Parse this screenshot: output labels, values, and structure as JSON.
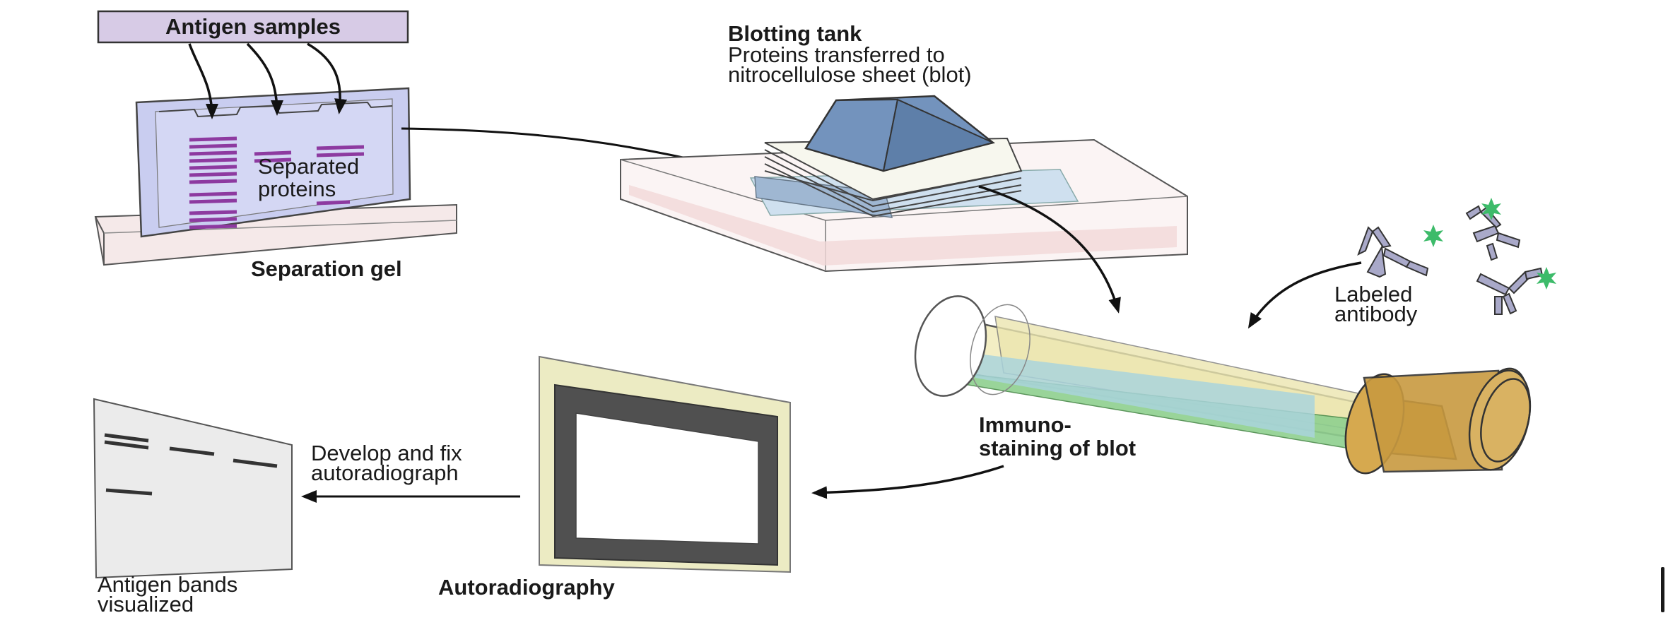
{
  "labels": {
    "antigen_samples": "Antigen samples",
    "separated_proteins_line1": "Separated",
    "separated_proteins_line2": "proteins",
    "separation_gel": "Separation gel",
    "blotting_tank_title": "Blotting tank",
    "blotting_tank_line1": "Proteins transferred to",
    "blotting_tank_line2": "nitrocellulose sheet (blot)",
    "labeled_antibody_line1": "Labeled",
    "labeled_antibody_line2": "antibody",
    "immunostaining_line1": "Immuno-",
    "immunostaining_line2": "staining of blot",
    "develop_line1": "Develop and fix",
    "develop_line2": "autoradiograph",
    "autoradiography": "Autoradiography",
    "antigen_bands_line1": "Antigen bands",
    "antigen_bands_line2": "visualized"
  },
  "colors": {
    "gel_fill": "#c9cdf0",
    "protein_band": "#8d3aa0",
    "sample_box": "#d7cbe6",
    "tank_fill": "#f4e6e6",
    "sponge": "#7393bd",
    "tube_yellow": "#ece6b0",
    "tube_green": "#8fd08f",
    "tube_cap": "#c89a40",
    "antibody": "#a9a9c9",
    "antibody_label": "#3dbb6a",
    "film_frame": "#ecebc3",
    "film_dark": "#505050"
  }
}
